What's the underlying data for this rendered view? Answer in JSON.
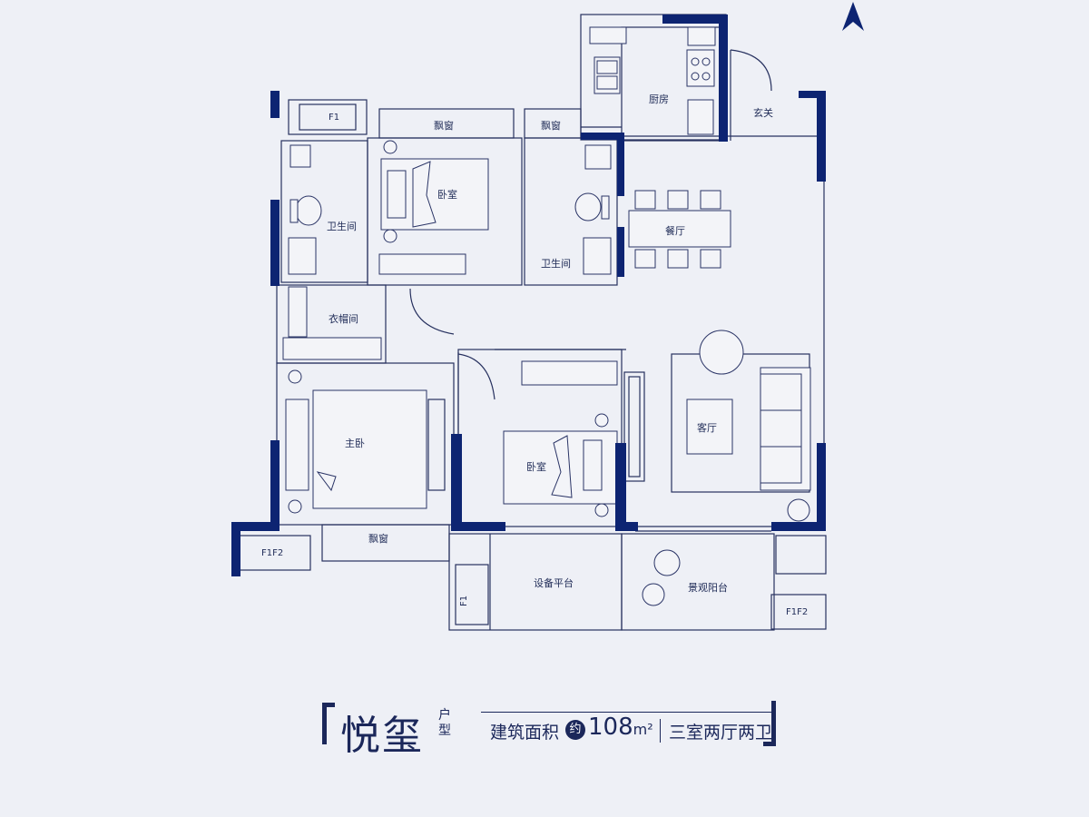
{
  "rooms": {
    "kitchen": "厨房",
    "entry": "玄关",
    "dining": "餐厅",
    "living": "客厅",
    "bedroom_top": "卧室",
    "bedroom_mid": "卧室",
    "master": "主卧",
    "bath_left": "卫生间",
    "bath_right": "卫生间",
    "wardrobe": "衣帽间",
    "bay_top_left": "飘窗",
    "bay_top_right": "飘窗",
    "bay_bottom": "飘窗",
    "equipment": "设备平台",
    "balcony": "景观阳台"
  },
  "tags": {
    "f1_top": "F1",
    "f1f2_left": "F1F2",
    "f1_bottom": "F1",
    "f1f2_right": "F1F2"
  },
  "caption": {
    "name": "悦玺",
    "type": "户型",
    "area_label": "建筑面积",
    "about": "约",
    "area_value": "108",
    "area_unit": "m²",
    "layout": "三室两厅两卫"
  },
  "colors": {
    "background": "#eef0f6",
    "wall": "#0d2472",
    "line": "#27315f",
    "text": "#1b275a"
  },
  "icons": {
    "north": "north-arrow-icon"
  }
}
